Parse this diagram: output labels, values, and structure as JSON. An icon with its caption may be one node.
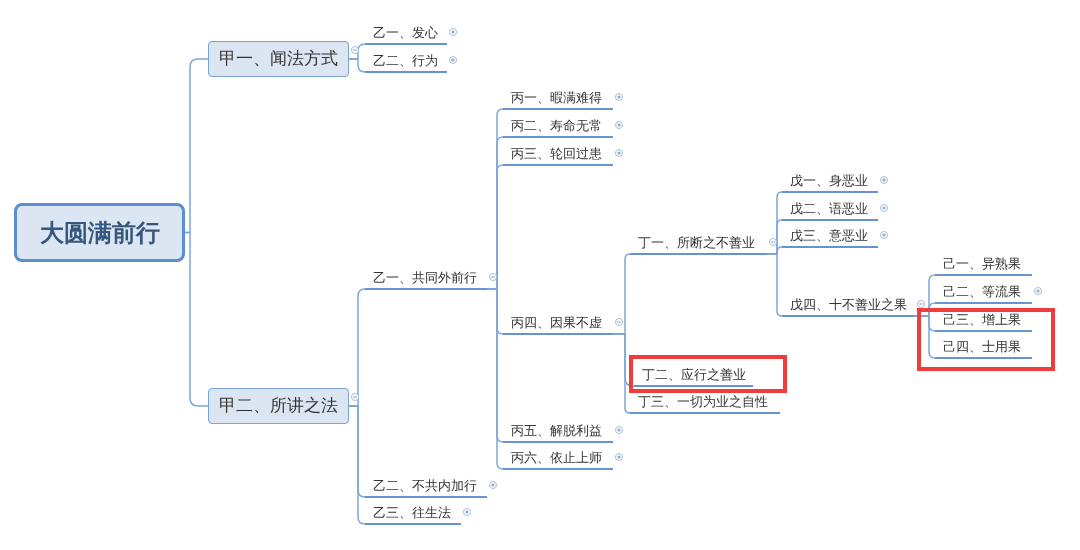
{
  "diagram": {
    "nodes": [
      {
        "text": [
          "大圆满前行"
        ]
      },
      {
        "text": [
          "甲一、闻法方式"
        ]
      },
      {
        "text": [
          "乙一、发心"
        ]
      },
      {
        "text": [
          "乙二、行为"
        ]
      },
      {
        "text": [
          "甲二、所讲之法"
        ]
      },
      {
        "text": [
          "乙一、共同外前行"
        ]
      },
      {
        "text": [
          "丙一、暇满难得"
        ]
      },
      {
        "text": [
          "丙二、寿命无常"
        ]
      },
      {
        "text": [
          "丙三、轮回过患"
        ]
      },
      {
        "text": [
          "丙四、因果不虚"
        ]
      },
      {
        "text": [
          "丁一、所断之不善业"
        ]
      },
      {
        "text": [
          "戊一、身恶业"
        ]
      },
      {
        "text": [
          "戊二、语恶业"
        ]
      },
      {
        "text": [
          "戊三、意恶业"
        ]
      },
      {
        "text": [
          "戊四、十不善业之果"
        ]
      },
      {
        "text": [
          "己一、异熟果"
        ]
      },
      {
        "text": [
          "己二、等流果"
        ]
      },
      {
        "text": [],
        "shape": "box"
      },
      {
        "text": [
          "己三、增上果"
        ],
        "in": 17
      },
      {
        "text": [
          "己四、士用果"
        ],
        "in": 17
      },
      {
        "text": [],
        "shape": "box"
      },
      {
        "text": [
          "丁二、应行之善业"
        ],
        "in": 20
      },
      {
        "text": [
          "丁三、一切为业之自性"
        ]
      },
      {
        "text": [
          "丙五、解脱利益"
        ]
      },
      {
        "text": [
          "丙六、依止上师"
        ]
      },
      {
        "text": [
          "乙二、不共内加行"
        ]
      },
      {
        "text": [
          "乙三、往生法"
        ]
      }
    ],
    "edges": [
      {
        "from": 0,
        "to": 1,
        "arrow": "none"
      },
      {
        "from": 0,
        "to": 4,
        "arrow": "none"
      },
      {
        "from": 1,
        "to": 2,
        "arrow": "none"
      },
      {
        "from": 1,
        "to": 3,
        "arrow": "none"
      },
      {
        "from": 4,
        "to": 5,
        "arrow": "none"
      },
      {
        "from": 4,
        "to": 25,
        "arrow": "none"
      },
      {
        "from": 4,
        "to": 26,
        "arrow": "none"
      },
      {
        "from": 5,
        "to": 6,
        "arrow": "none"
      },
      {
        "from": 5,
        "to": 7,
        "arrow": "none"
      },
      {
        "from": 5,
        "to": 8,
        "arrow": "none"
      },
      {
        "from": 5,
        "to": 9,
        "arrow": "none"
      },
      {
        "from": 5,
        "to": 23,
        "arrow": "none"
      },
      {
        "from": 5,
        "to": 24,
        "arrow": "none"
      },
      {
        "from": 9,
        "to": 10,
        "arrow": "none"
      },
      {
        "from": 9,
        "to": 21,
        "arrow": "none"
      },
      {
        "from": 9,
        "to": 22,
        "arrow": "none"
      },
      {
        "from": 10,
        "to": 11,
        "arrow": "none"
      },
      {
        "from": 10,
        "to": 12,
        "arrow": "none"
      },
      {
        "from": 10,
        "to": 13,
        "arrow": "none"
      },
      {
        "from": 10,
        "to": 14,
        "arrow": "none"
      },
      {
        "from": 14,
        "to": 15,
        "arrow": "none"
      },
      {
        "from": 14,
        "to": 16,
        "arrow": "none"
      },
      {
        "from": 14,
        "to": 18,
        "arrow": "none"
      },
      {
        "from": 14,
        "to": 19,
        "arrow": "none"
      }
    ]
  }
}
